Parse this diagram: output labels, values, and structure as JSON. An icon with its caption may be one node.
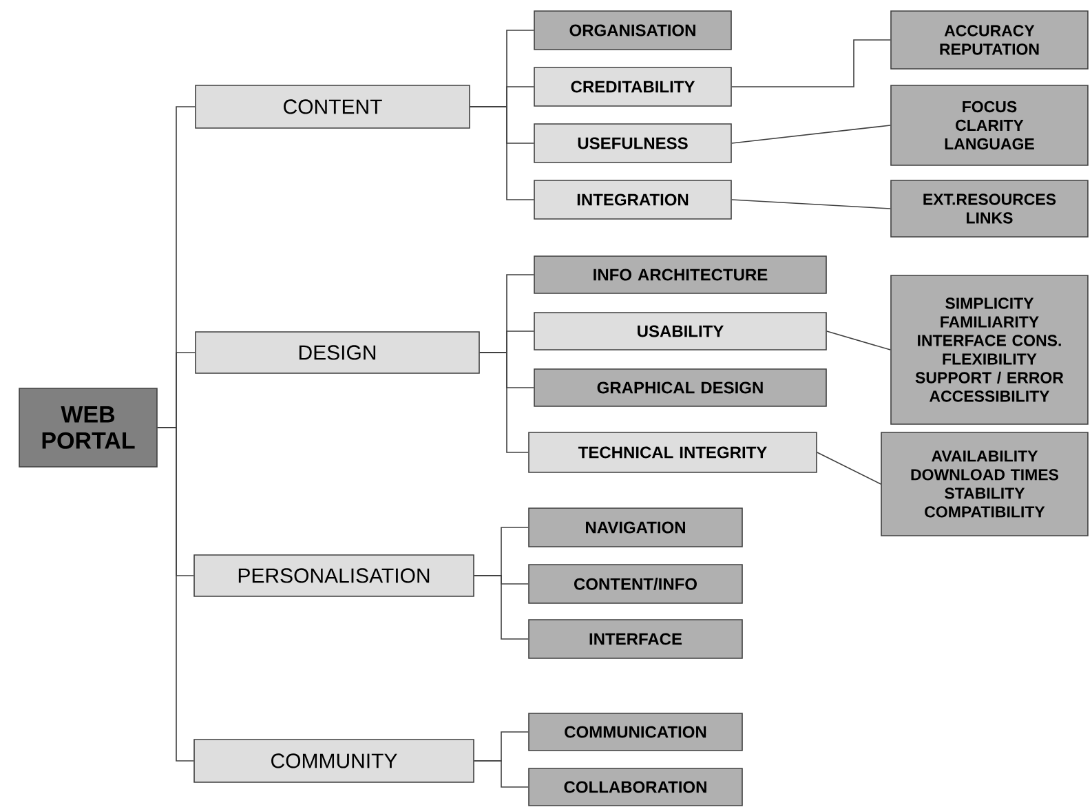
{
  "diagram": {
    "nodes": [
      {
        "text": [
          "WEB PORTAL"
        ]
      },
      {
        "text": [
          "CONTENT"
        ]
      },
      {
        "text": [
          "DESIGN"
        ]
      },
      {
        "text": [
          "PERSONALISATION"
        ]
      },
      {
        "text": [
          "COMMUNITY"
        ]
      },
      {
        "text": [
          "ORGANISATION"
        ]
      },
      {
        "text": [
          "CREDITABILITY"
        ]
      },
      {
        "text": [
          "USEFULNESS"
        ]
      },
      {
        "text": [
          "INTEGRATION"
        ]
      },
      {
        "text": [
          "INFO ARCHITECTURE"
        ]
      },
      {
        "text": [
          "USABILITY"
        ]
      },
      {
        "text": [
          "GRAPHICAL DESIGN"
        ]
      },
      {
        "text": [
          "TECHNICAL INTEGRITY"
        ]
      },
      {
        "text": [
          "NAVIGATION"
        ]
      },
      {
        "text": [
          "CONTENT/INFO"
        ]
      },
      {
        "text": [
          "INTERFACE"
        ]
      },
      {
        "text": [
          "COMMUNICATION"
        ]
      },
      {
        "text": [
          "COLLABORATION"
        ]
      },
      {
        "text": [
          "ACCURACY",
          "REPUTATION"
        ]
      },
      {
        "text": [
          "FOCUS",
          "CLARITY",
          "LANGUAGE"
        ]
      },
      {
        "text": [
          "EXT.RESOURCES",
          "LINKS"
        ]
      },
      {
        "text": [
          "SIMPLICITY",
          "FAMILIARITY",
          "INTERFACE CONS.",
          "FLEXIBILITY",
          "SUPPORT / ERROR",
          "ACCESSIBILITY"
        ]
      },
      {
        "text": [
          "AVAILABILITY",
          "DOWNLOAD TIMES",
          "STABILITY",
          "COMPATIBILITY"
        ]
      }
    ],
    "edges": [
      {
        "from": 0,
        "to": 1,
        "arrow": "none"
      },
      {
        "from": 0,
        "to": 2,
        "arrow": "none"
      },
      {
        "from": 0,
        "to": 3,
        "arrow": "none"
      },
      {
        "from": 0,
        "to": 4,
        "arrow": "none"
      },
      {
        "from": 1,
        "to": 5,
        "arrow": "none"
      },
      {
        "from": 1,
        "to": 6,
        "arrow": "none"
      },
      {
        "from": 1,
        "to": 7,
        "arrow": "none"
      },
      {
        "from": 1,
        "to": 8,
        "arrow": "none"
      },
      {
        "from": 2,
        "to": 9,
        "arrow": "none"
      },
      {
        "from": 2,
        "to": 10,
        "arrow": "none"
      },
      {
        "from": 2,
        "to": 11,
        "arrow": "none"
      },
      {
        "from": 2,
        "to": 12,
        "arrow": "none"
      },
      {
        "from": 3,
        "to": 13,
        "arrow": "none"
      },
      {
        "from": 3,
        "to": 14,
        "arrow": "none"
      },
      {
        "from": 3,
        "to": 15,
        "arrow": "none"
      },
      {
        "from": 4,
        "to": 16,
        "arrow": "none"
      },
      {
        "from": 4,
        "to": 17,
        "arrow": "none"
      },
      {
        "from": 6,
        "to": 18,
        "arrow": "none"
      },
      {
        "from": 7,
        "to": 19,
        "arrow": "none"
      },
      {
        "from": 8,
        "to": 20,
        "arrow": "none"
      },
      {
        "from": 10,
        "to": 21,
        "arrow": "none"
      },
      {
        "from": 12,
        "to": 22,
        "arrow": "none"
      }
    ]
  }
}
